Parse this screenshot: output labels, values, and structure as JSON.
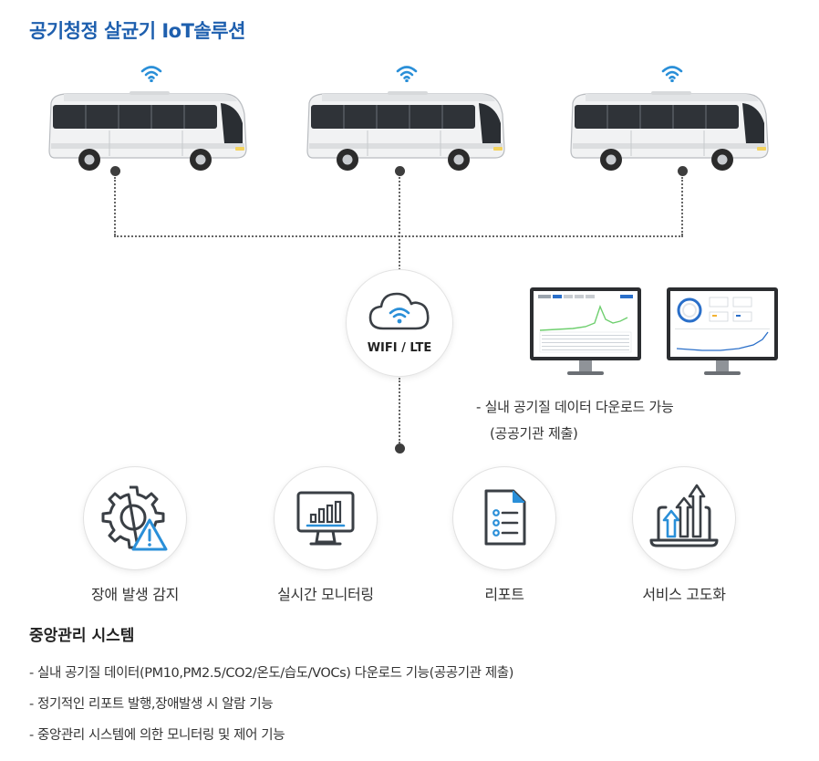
{
  "title": "공기청정 살균기 IoT솔루션",
  "hub": {
    "label": "WIFI / LTE"
  },
  "monitor_note": {
    "line1": "- 실내 공기질 데이터 다운로드 가능",
    "line2": "(공공기관 제출)"
  },
  "features": [
    {
      "label": "장애 발생 감지",
      "icon": "gear-warning-icon"
    },
    {
      "label": "실시간 모니터링",
      "icon": "monitor-chart-icon"
    },
    {
      "label": "리포트",
      "icon": "report-document-icon"
    },
    {
      "label": "서비스 고도화",
      "icon": "laptop-growth-icon"
    }
  ],
  "system": {
    "title": "중앙관리 시스템",
    "bullets": [
      "- 실내 공기질 데이터(PM10,PM2.5/CO2/온도/습도/VOCs) 다운로드 기능(공공기관 제출)",
      "- 정기적인 리포트 발행,장애발생 시 알람 기능",
      "- 중앙관리 시스템에 의한 모니터링 및 제어 기능"
    ]
  },
  "colors": {
    "accent": "#1e5fae",
    "icon_blue": "#2a8fd8"
  }
}
